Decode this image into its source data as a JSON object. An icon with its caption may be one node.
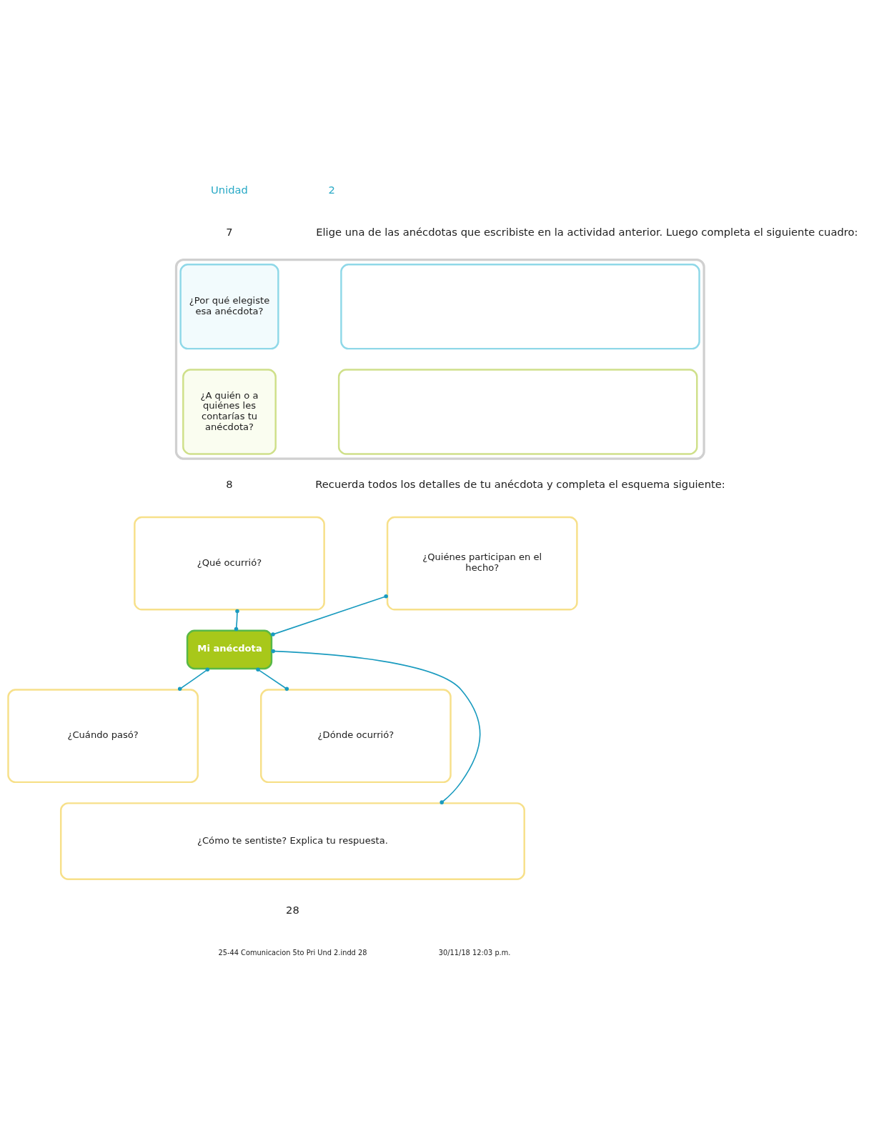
{
  "diagram": {
    "nodes": [
      {
        "text": [],
        "shape": "box"
      },
      {
        "text": [
          "¿Por qué elegiste esa anécdota?"
        ],
        "in": 0
      },
      {
        "text": [],
        "shape": "box",
        "in": 0
      },
      {
        "text": [
          "¿A quién o a quiénes les contarías tu anécdota?"
        ],
        "in": 0
      },
      {
        "text": [],
        "shape": "box",
        "in": 0
      },
      {
        "text": [
          "¿Qué ocurrió?"
        ]
      },
      {
        "text": [
          "¿Quiénes participan en el hecho?"
        ]
      },
      {
        "text": [
          "Mi anécdota"
        ]
      },
      {
        "text": [
          "¿Cuándo pasó?"
        ]
      },
      {
        "text": [
          "¿Dónde ocurrió?"
        ]
      },
      {
        "text": [
          "¿Cómo te sentiste? Explica tu respuesta."
        ]
      }
    ],
    "edges": [
      {
        "from": 7,
        "to": 5,
        "arrow": "other"
      },
      {
        "from": 7,
        "to": 6,
        "arrow": "other"
      },
      {
        "from": 7,
        "to": 8,
        "arrow": "other"
      },
      {
        "from": 7,
        "to": 9,
        "arrow": "other"
      },
      {
        "from": 7,
        "to": 10,
        "arrow": "other"
      }
    ],
    "labels": [
      "Unidad",
      "2",
      "7",
      "Elige una de las anécdotas que escribiste en la actividad anterior. Luego completa el siguiente cuadro:",
      "8",
      "Recuerda todos los detalles de tu anécdota y completa el esquema siguiente:",
      "28",
      "25-44 Comunicacion 5to Pri Und 2.indd 28",
      "30/11/18 12:03 p.m."
    ]
  }
}
